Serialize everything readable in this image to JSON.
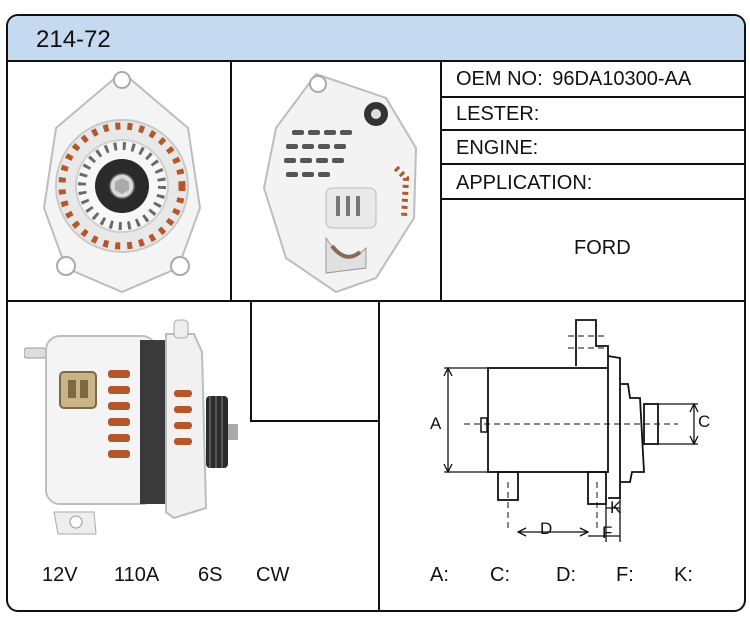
{
  "header": {
    "title": "214-72"
  },
  "info": {
    "oem_label": "OEM NO:",
    "oem_value": "96DA10300-AA",
    "lester_label": "LESTER:",
    "engine_label": "ENGINE:",
    "application_label": "APPLICATION:",
    "application_value": "FORD"
  },
  "specs": {
    "voltage": "12V",
    "amperage": "110A",
    "pulley": "6S",
    "rotation": "CW"
  },
  "dimensions": {
    "a_label": "A:",
    "c_label": "C:",
    "d_label": "D:",
    "f_label": "F:",
    "k_label": "K:",
    "drawing_a": "A",
    "drawing_c": "C",
    "drawing_d": "D",
    "drawing_f": "F",
    "drawing_k": "K"
  }
}
